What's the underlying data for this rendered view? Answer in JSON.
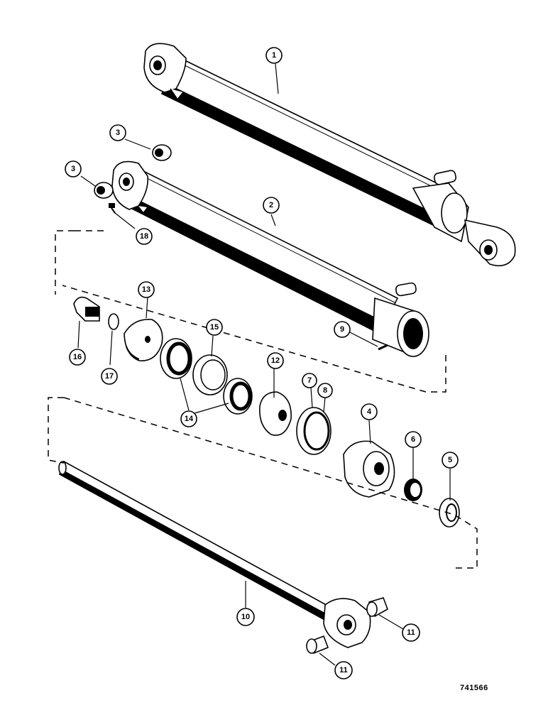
{
  "diagram": {
    "callouts": {
      "c1": "1",
      "c2": "2",
      "c3a": "3",
      "c3b": "3",
      "c4": "4",
      "c5": "5",
      "c6": "6",
      "c7": "7",
      "c8": "8",
      "c9": "9",
      "c10": "10",
      "c11a": "11",
      "c11b": "11",
      "c12": "12",
      "c13": "13",
      "c14": "14",
      "c15": "15",
      "c16": "16",
      "c17": "17",
      "c18": "18"
    },
    "document_number": "741566"
  }
}
